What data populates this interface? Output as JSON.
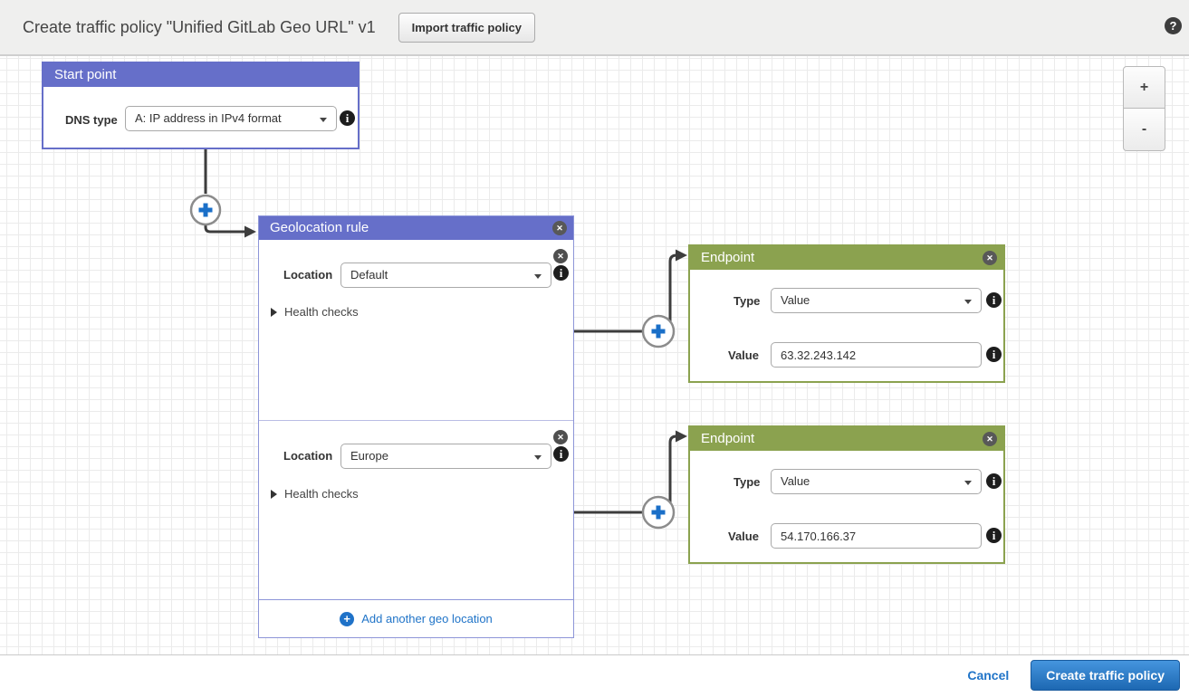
{
  "header": {
    "title": "Create traffic policy \"Unified GitLab Geo URL\" v1",
    "import_button": "Import traffic policy",
    "help": "?"
  },
  "canvas": {
    "zoom_in": "+",
    "zoom_out": "-",
    "start_point": {
      "title": "Start point",
      "dns_type_label": "DNS type",
      "dns_type_value": "A: IP address in IPv4 format"
    },
    "geolocation_rule": {
      "title": "Geolocation rule",
      "sections": [
        {
          "location_label": "Location",
          "location_value": "Default",
          "health_checks_label": "Health checks"
        },
        {
          "location_label": "Location",
          "location_value": "Europe",
          "health_checks_label": "Health checks"
        }
      ],
      "add_link": "Add another geo location"
    },
    "endpoints": [
      {
        "title": "Endpoint",
        "type_label": "Type",
        "type_value": "Value",
        "value_label": "Value",
        "value": "63.32.243.142"
      },
      {
        "title": "Endpoint",
        "type_label": "Type",
        "type_value": "Value",
        "value_label": "Value",
        "value": "54.170.166.37"
      }
    ]
  },
  "footer": {
    "cancel": "Cancel",
    "create_button": "Create traffic policy"
  },
  "colors": {
    "rule_header": "#666fc9",
    "endpoint_header": "#8ba24f",
    "wire": "#3d3d3d",
    "plus": "#1a6fc8",
    "link": "#2074c8",
    "primary_button": "#2b7fd4"
  }
}
